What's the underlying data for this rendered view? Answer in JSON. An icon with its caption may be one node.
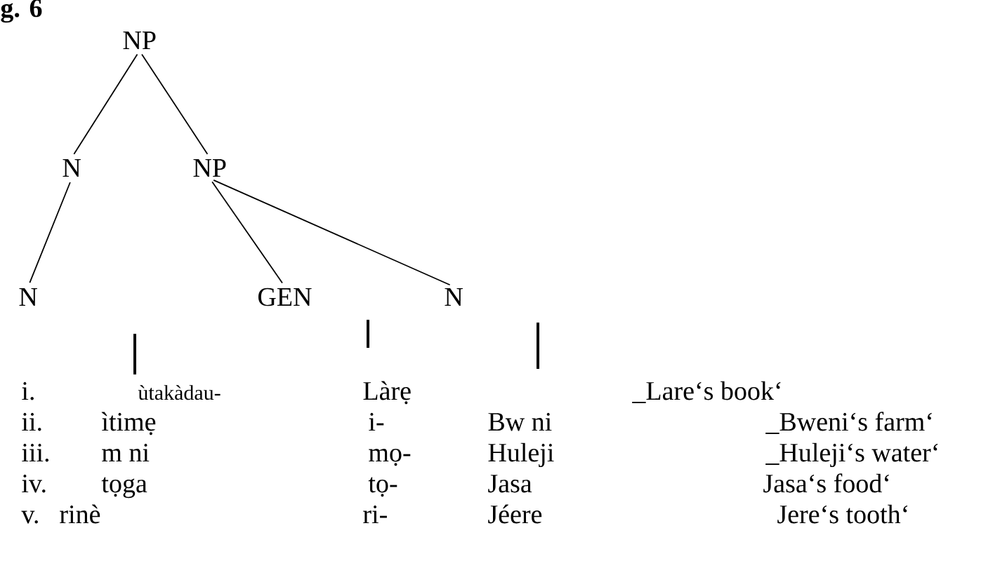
{
  "diagram": {
    "title": "g. 6",
    "nodes": [
      {
        "text": [
          "NP"
        ]
      },
      {
        "text": [
          "N"
        ]
      },
      {
        "text": [
          "NP"
        ]
      },
      {
        "text": [
          "N"
        ]
      },
      {
        "text": [
          "GEN"
        ]
      },
      {
        "text": [
          "N"
        ]
      }
    ],
    "edges": [
      {
        "from": 0,
        "to": 1,
        "arrow": "none"
      },
      {
        "from": 0,
        "to": 2,
        "arrow": "none"
      },
      {
        "from": 1,
        "to": 3,
        "arrow": "none"
      },
      {
        "from": 2,
        "to": 4,
        "arrow": "none"
      },
      {
        "from": 2,
        "to": 5,
        "arrow": "none"
      }
    ],
    "labels": [
      "i.",
      "ùtakàdau-",
      "Làrẹ",
      "_Lare‘s book‘",
      "ii.",
      "ìtimẹ",
      "i-",
      "Bw ni",
      "_Bweni‘s farm‘",
      "iii.",
      "m ni",
      "mọ-",
      "Huleji",
      "_Huleji‘s water‘",
      "iv.",
      "tọga",
      "tọ-",
      "Jasa",
      "Jasa‘s food‘",
      "v.",
      "rinè",
      "ri-",
      "Jéere",
      "Jere‘s tooth‘"
    ]
  }
}
